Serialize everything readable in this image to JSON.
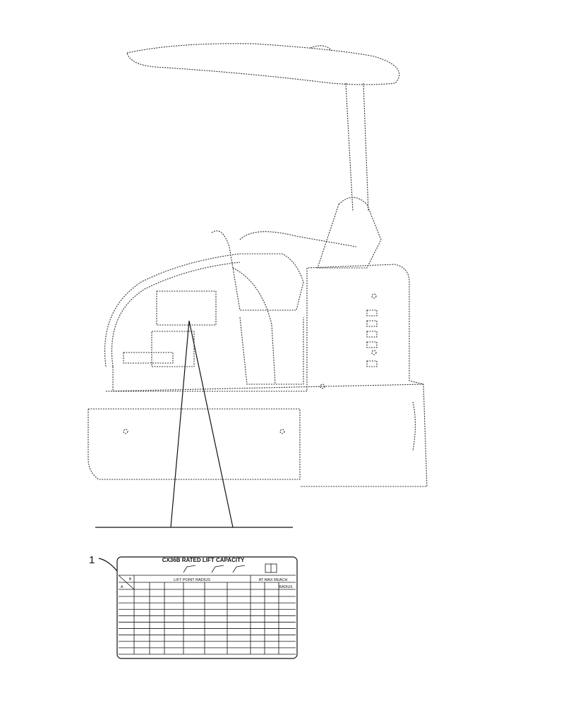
{
  "callout": {
    "item_number": "1"
  },
  "decal": {
    "title": "CX36B RATED LIFT CAPACITY",
    "header_lift_point_radius": "LIFT POINT RADIUS",
    "header_at_max_reach": "AT MAX REACH",
    "header_radius": "RADIUS",
    "corner_a": "A",
    "corner_b": "B",
    "rows": 9,
    "icon": "manual-book-icon"
  }
}
